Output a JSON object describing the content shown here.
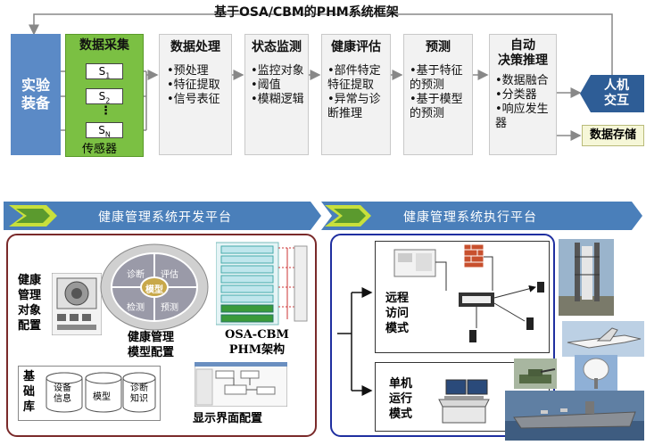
{
  "top_title": "基于OSA/CBM的PHM系统框架",
  "experiment": {
    "line1": "实验",
    "line2": "装备"
  },
  "acquisition": {
    "title": "数据采集",
    "sensors": [
      {
        "letter": "S",
        "sub": "1"
      },
      {
        "letter": "S",
        "sub": "2"
      },
      {
        "letter": "S",
        "sub": "N"
      }
    ],
    "dots": "⋮",
    "sensor_label": "传感器"
  },
  "stages": [
    {
      "title": "数据处理",
      "items": [
        "•预处理",
        "•特征提取",
        "•信号表征"
      ]
    },
    {
      "title": "状态监测",
      "items": [
        "•监控对象",
        "•阈值",
        "•模糊逻辑"
      ]
    },
    {
      "title": "健康评估",
      "items": [
        "•部件特定",
        "特征提取",
        "•异常与诊",
        "断推理"
      ]
    },
    {
      "title": "预测",
      "items": [
        "•基于特征",
        "的预测",
        "•基于模型",
        "的预测"
      ]
    },
    {
      "title_line1": "自动",
      "title_line2": "决策推理",
      "items": [
        "•数据融合",
        "•分类器",
        "•响应发生",
        "器"
      ]
    }
  ],
  "hci": {
    "line1": "人机",
    "line2": "交互"
  },
  "storage": "数据存储",
  "banners": {
    "dev": "健康管理系统开发平台",
    "exec": "健康管理系统执行平台"
  },
  "dev_platform": {
    "object_config": [
      "健康",
      "管理",
      "对象",
      "配置"
    ],
    "wheel": {
      "center": "模型",
      "segments": [
        "诊断",
        "评估",
        "预测",
        "检测"
      ]
    },
    "model_config": [
      "健康管理",
      "模型配置"
    ],
    "osa_title": [
      "OSA-CBM",
      "PHM架构"
    ],
    "base_lib": [
      "基",
      "础",
      "库"
    ],
    "db_items": [
      [
        "设备",
        "信息"
      ],
      [
        "模型"
      ],
      [
        "诊断",
        "知识"
      ]
    ],
    "display_config": "显示界面配置"
  },
  "exec_platform": {
    "remote": [
      "远程",
      "访问",
      "模式"
    ],
    "standalone": [
      "单机",
      "运行",
      "模式"
    ]
  },
  "colors": {
    "blue": "#5b8ac6",
    "green": "#7bc043",
    "banner": "#4a7fba",
    "dev_border": "#7a2a2a",
    "exec_border": "#1f2fa0",
    "teal": "#2a9db0"
  }
}
